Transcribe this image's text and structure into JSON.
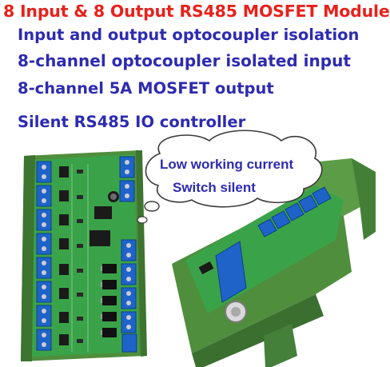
{
  "header": {
    "title": "8 Input & 8 Output RS485 MOSFET Module"
  },
  "features": [
    "Input and output optocoupler isolation",
    "8-channel optocoupler isolated input",
    "8-channel 5A MOSFET output",
    "Silent RS485 IO controller"
  ],
  "bubble": {
    "line1": "Low working current",
    "line2": "Switch silent"
  },
  "icons": {
    "left_board": "pcb-module-front-view",
    "right_board": "pcb-module-angled-view",
    "bubble": "thought-cloud"
  },
  "colors": {
    "title": "#e8211c",
    "feature_text": "#2d2bb0",
    "pcb": "#3aa349",
    "din_rail": "#4f8e3c",
    "terminal": "#1f63c9"
  }
}
